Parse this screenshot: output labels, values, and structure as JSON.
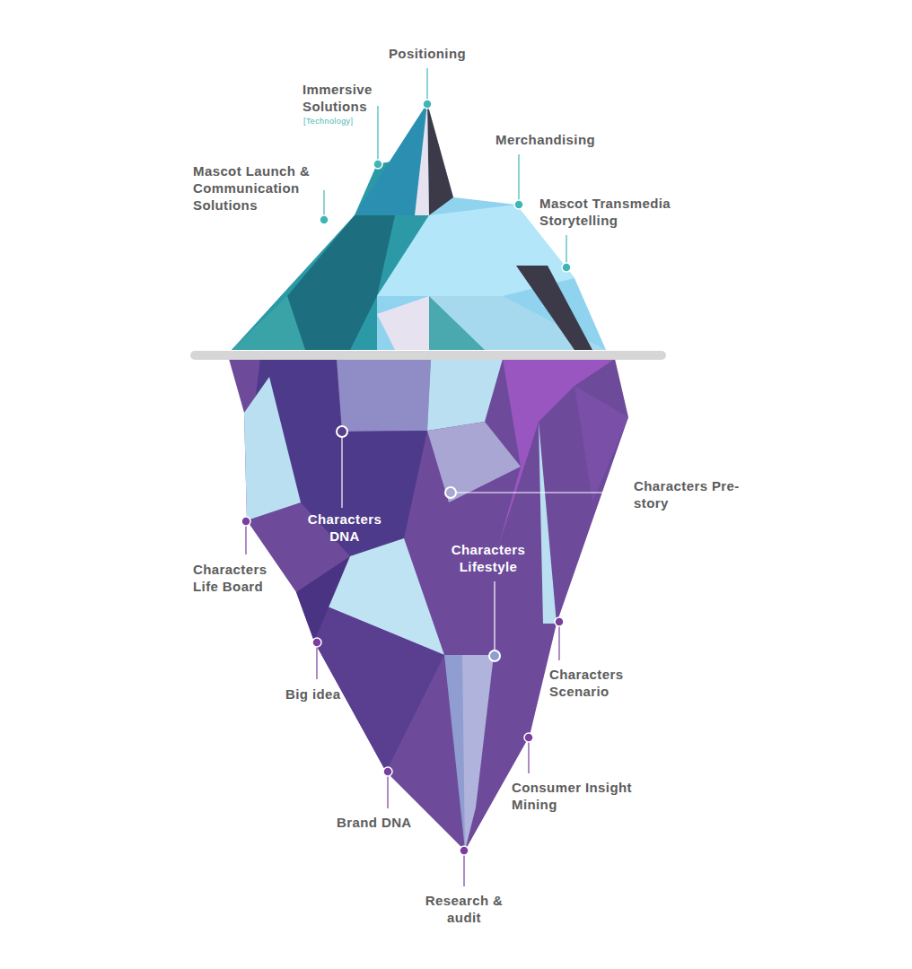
{
  "diagram": {
    "labels": [
      "Positioning",
      "Immersive Solutions",
      "[Technology]",
      "Merchandising",
      "Mascot Launch & Communication Solutions",
      "Mascot Transmedia Storytelling",
      "Characters DNA",
      "Characters Pre-story",
      "Characters Lifestyle",
      "Characters Life Board",
      "Big idea",
      "Characters Scenario",
      "Consumer Insight Mining",
      "Brand DNA",
      "Research & audit"
    ]
  }
}
